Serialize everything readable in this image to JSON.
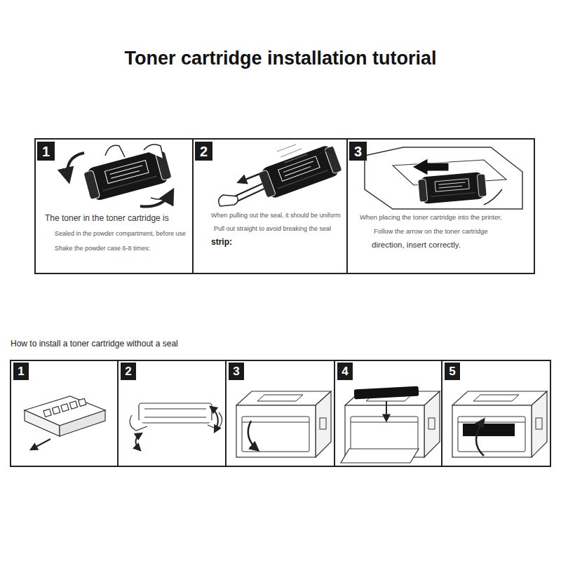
{
  "diagram": {
    "title": "Toner cartridge installation tutorial",
    "nodes": [
      {
        "text": [
          "The toner in the toner cartridge is",
          "Sealed in the powder compartment, before use",
          "Shake the powder case 6-8 times:"
        ]
      },
      {
        "text": [
          "1"
        ],
        "in": 0
      },
      {
        "text": [
          "When pulling out the seal, it should be uniform",
          "Pull out straight to avoid breaking the seal",
          "strip:"
        ]
      },
      {
        "text": [
          "2"
        ],
        "in": 2
      },
      {
        "text": [
          "When placing the toner cartridge into the printer,",
          "Follow the arrow on the toner cartridge",
          "direction, insert correctly."
        ]
      },
      {
        "text": [
          "3"
        ],
        "in": 4
      },
      {
        "text": [
          "1"
        ]
      },
      {
        "text": [
          "2"
        ]
      },
      {
        "text": [
          "3"
        ]
      },
      {
        "text": [
          "4"
        ]
      },
      {
        "text": [
          "5"
        ]
      }
    ],
    "labels": [
      "How to install a toner cartridge without a seal"
    ]
  }
}
